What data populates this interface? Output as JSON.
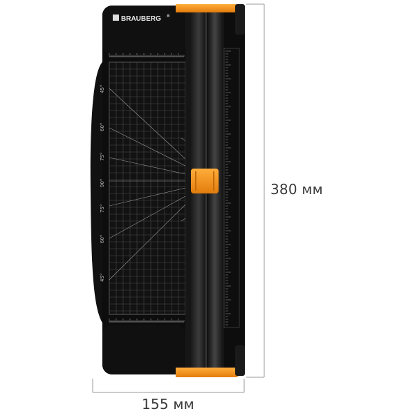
{
  "product": {
    "brand": "BRAUBERG",
    "brand_mark": "®",
    "accent_color": "#f7941d",
    "body_color": "#0d0d0d"
  },
  "angle_marks": [
    "45°",
    "60°",
    "75°",
    "90°",
    "75°",
    "60°",
    "45°"
  ],
  "dimensions": {
    "height_label": "380 мм",
    "width_label": "155 мм"
  }
}
